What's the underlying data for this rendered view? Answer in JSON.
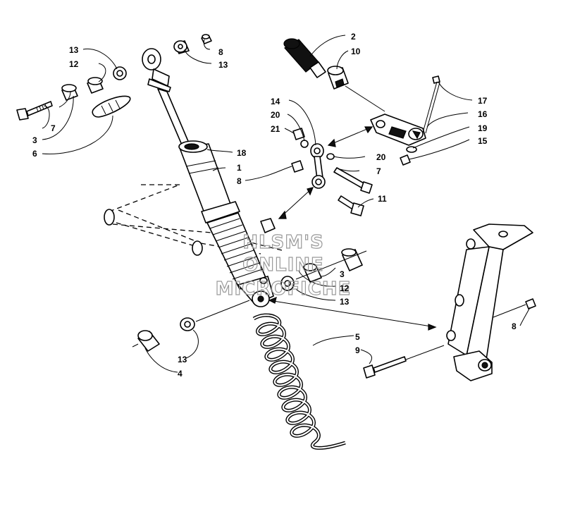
{
  "watermark": {
    "line1": "HLSM'S",
    "line2": "ONLINE",
    "line3": "MICROFICHE"
  },
  "callouts": {
    "c1": "1",
    "c2": "2",
    "c3a": "3",
    "c3b": "3",
    "c4": "4",
    "c5": "5",
    "c6": "6",
    "c7a": "7",
    "c7b": "7",
    "c8a": "8",
    "c8b": "8",
    "c8c": "8",
    "c9": "9",
    "c10": "10",
    "c11": "11",
    "c12a": "12",
    "c12b": "12",
    "c13a": "13",
    "c13b": "13",
    "c13c": "13",
    "c13d": "13",
    "c14": "14",
    "c15": "15",
    "c16": "16",
    "c17": "17",
    "c18": "18",
    "c19": "19",
    "c20a": "20",
    "c20b": "20",
    "c21": "21"
  },
  "colors": {
    "line": "#000000",
    "watermark": "#9a9a9a",
    "background": "#ffffff"
  }
}
